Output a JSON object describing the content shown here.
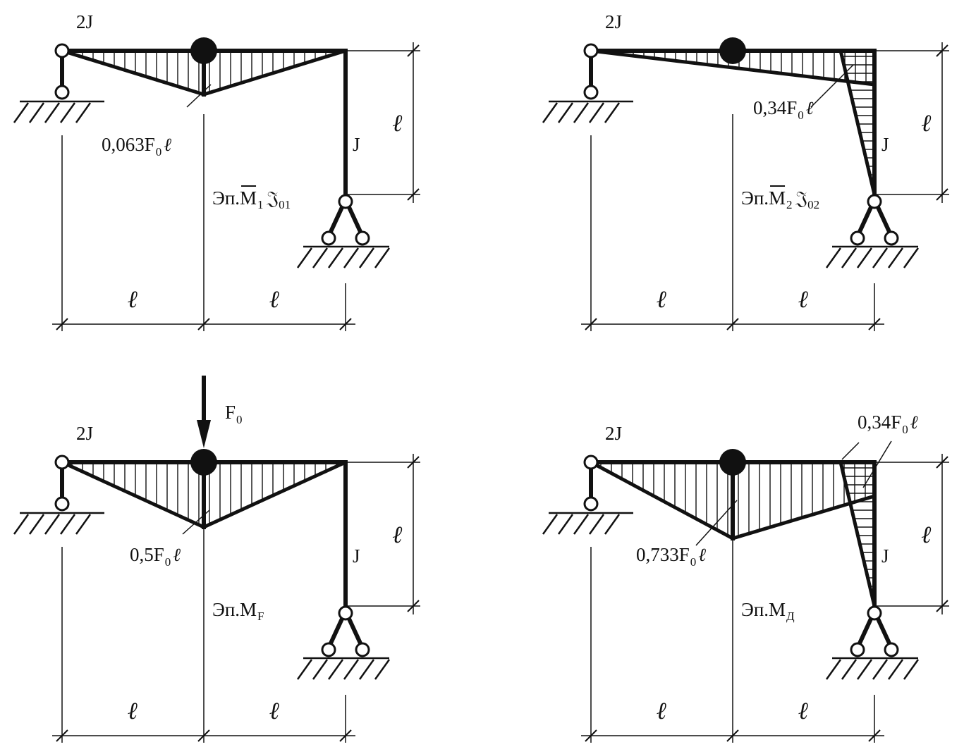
{
  "panels": [
    {
      "inertia_top": "2J",
      "inertia_column": "J",
      "value_label": {
        "base": "0,063F",
        "sub": "0",
        "ell": "ℓ"
      },
      "diagram_label": {
        "prefix": "Эп.",
        "sym": "M",
        "bar": true,
        "sub": "1",
        "extra": "𝔍",
        "extra_sub": "01"
      },
      "dims": {
        "left": "ℓ",
        "right": "ℓ",
        "height": "ℓ"
      },
      "load": null
    },
    {
      "inertia_top": "2J",
      "inertia_column": "J",
      "value_label": {
        "base": "0,34F",
        "sub": "0",
        "ell": "ℓ"
      },
      "diagram_label": {
        "prefix": "Эп.",
        "sym": "M",
        "bar": true,
        "sub": "2",
        "extra": "𝔍",
        "extra_sub": "02"
      },
      "dims": {
        "left": "ℓ",
        "right": "ℓ",
        "height": "ℓ"
      },
      "load": null
    },
    {
      "inertia_top": "2J",
      "inertia_column": "J",
      "value_label": {
        "base": "0,5F",
        "sub": "0",
        "ell": "ℓ"
      },
      "diagram_label": {
        "prefix": "Эп.",
        "sym": "M",
        "bar": false,
        "sub": "F",
        "extra": "",
        "extra_sub": ""
      },
      "dims": {
        "left": "ℓ",
        "right": "ℓ",
        "height": "ℓ"
      },
      "load": {
        "base": "F",
        "sub": "0"
      }
    },
    {
      "inertia_top": "2J",
      "inertia_column": "J",
      "value_label": {
        "base": "0,733F",
        "sub": "0",
        "ell": "ℓ"
      },
      "value_label_2": {
        "base": "0,34F",
        "sub": "0",
        "ell": "ℓ"
      },
      "diagram_label": {
        "prefix": "Эп.",
        "sym": "M",
        "bar": false,
        "sub": "Д",
        "extra": "",
        "extra_sub": ""
      },
      "dims": {
        "left": "ℓ",
        "right": "ℓ",
        "height": "ℓ"
      },
      "load": null
    }
  ]
}
